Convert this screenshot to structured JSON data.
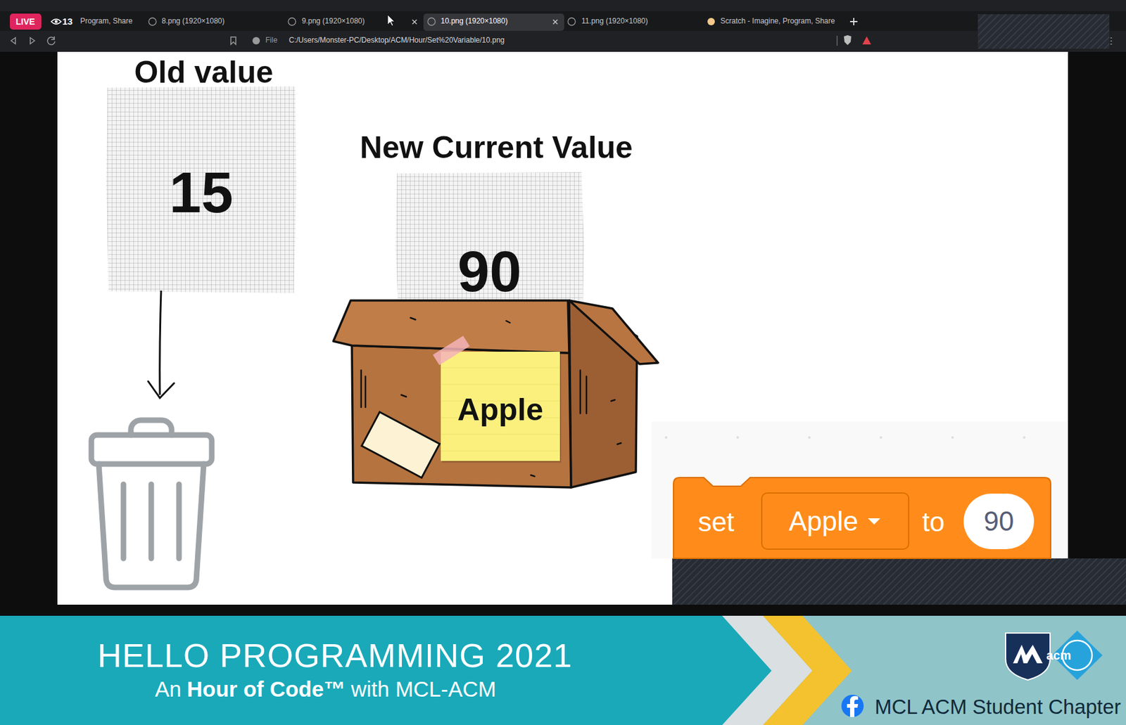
{
  "diagram": {
    "nodes": [
      {
        "text": [
          "Old value",
          "15"
        ]
      },
      {
        "text": [
          "New Current Value",
          "90"
        ]
      },
      {
        "text": [
          "Apple"
        ]
      },
      {
        "text": [
          "set",
          "to"
        ]
      },
      {
        "text": [
          "Apple"
        ],
        "in": 3
      },
      {
        "text": [
          "90"
        ],
        "in": 3
      }
    ],
    "labels": [
      "LIVE",
      "13",
      "Program, Share",
      "8.png (1920×1080)",
      "9.png (1920×1080)",
      "10.png (1920×1080)",
      "11.png (1920×1080)",
      "Scratch - Imagine, Program, Share",
      "File",
      "C:/Users/Monster-PC/Desktop/ACM/Hour/Set%20Variable/10.png",
      "HELLO PROGRAMMING 2021",
      "An",
      "Hour of Code™",
      "with MCL-ACM",
      "acm",
      "MCL ACM Student Chapter"
    ]
  }
}
